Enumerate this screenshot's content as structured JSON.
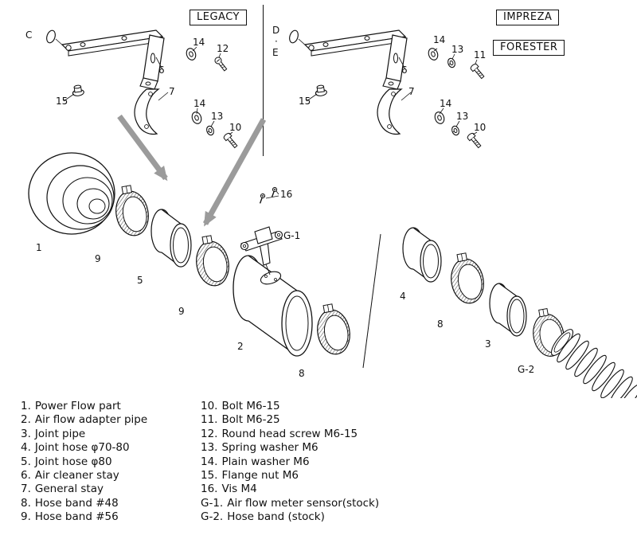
{
  "diagram": {
    "left_assembly": {
      "variant": "C",
      "badge": "LEGACY",
      "callouts": [
        "14",
        "12",
        "6",
        "15",
        "7",
        "14",
        "13",
        "10"
      ]
    },
    "right_assembly": {
      "variant_lines": [
        "D",
        "·",
        "E"
      ],
      "badges": [
        "IMPREZA",
        "FORESTER"
      ],
      "callouts": [
        "14",
        "13",
        "11",
        "6",
        "15",
        "7",
        "14",
        "13",
        "10"
      ]
    },
    "exploded_view": {
      "callouts": [
        "1",
        "9",
        "5",
        "9",
        "2",
        "16",
        "G-1",
        "8",
        "4",
        "8",
        "3",
        "G-2"
      ]
    },
    "colors": {
      "arrow_gray": "#9b9b9b",
      "line_black": "#111111",
      "background": "#ffffff"
    }
  },
  "parts_list": {
    "left_column": [
      {
        "num": "1.",
        "name": "Power Flow part"
      },
      {
        "num": "2.",
        "name": "Air flow adapter pipe"
      },
      {
        "num": "3.",
        "name": "Joint pipe"
      },
      {
        "num": "4.",
        "name": "Joint hose φ70-80"
      },
      {
        "num": "5.",
        "name": "Joint hose φ80"
      },
      {
        "num": "6.",
        "name": "Air cleaner stay"
      },
      {
        "num": "7.",
        "name": "General stay"
      },
      {
        "num": "8.",
        "name": "Hose band #48"
      },
      {
        "num": "9.",
        "name": "Hose band #56"
      }
    ],
    "right_column": [
      {
        "num": "10.",
        "name": "Bolt M6-15"
      },
      {
        "num": "11.",
        "name": "Bolt M6-25"
      },
      {
        "num": "12.",
        "name": "Round head screw M6-15"
      },
      {
        "num": "13.",
        "name": "Spring washer M6"
      },
      {
        "num": "14.",
        "name": "Plain washer M6"
      },
      {
        "num": "15.",
        "name": "Flange nut M6"
      },
      {
        "num": "16.",
        "name": "Vis M4"
      },
      {
        "num": "G-1.",
        "name": "Air flow meter sensor(stock)"
      },
      {
        "num": "G-2.",
        "name": "Hose band (stock)"
      }
    ]
  }
}
